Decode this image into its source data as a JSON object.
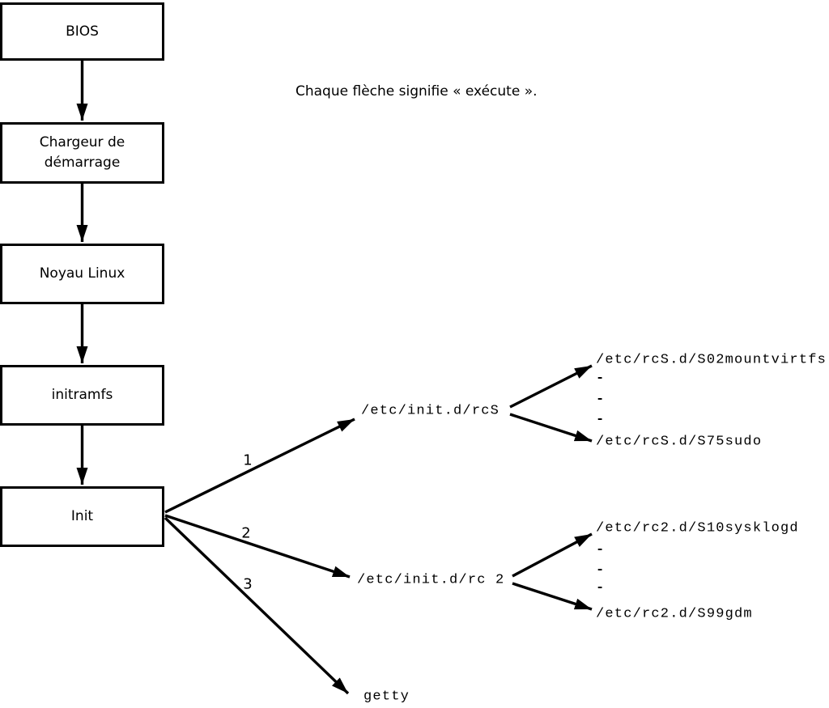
{
  "caption": "Chaque flèche signifie « exécute ».",
  "colors": {
    "line": "#000000",
    "background": "#ffffff",
    "text": "#000000"
  },
  "boot_chain": [
    {
      "label": "BIOS"
    },
    {
      "label": "Chargeur de démarrage"
    },
    {
      "label": "Noyau Linux"
    },
    {
      "label": "initramfs"
    },
    {
      "label": "Init"
    }
  ],
  "init_targets": [
    {
      "number": "1",
      "label": "/etc/init.d/rcS"
    },
    {
      "number": "2",
      "label": "/etc/init.d/rc 2"
    },
    {
      "number": "3",
      "label": "getty"
    }
  ],
  "script_groups": [
    {
      "first": "/etc/rcS.d/S02mountvirtfs",
      "dashes": [
        "-",
        "-",
        "-"
      ],
      "last": "/etc/rcS.d/S75sudo"
    },
    {
      "first": "/etc/rc2.d/S10sysklogd",
      "dashes": [
        "-",
        "-",
        "-"
      ],
      "last": "/etc/rc2.d/S99gdm"
    }
  ]
}
